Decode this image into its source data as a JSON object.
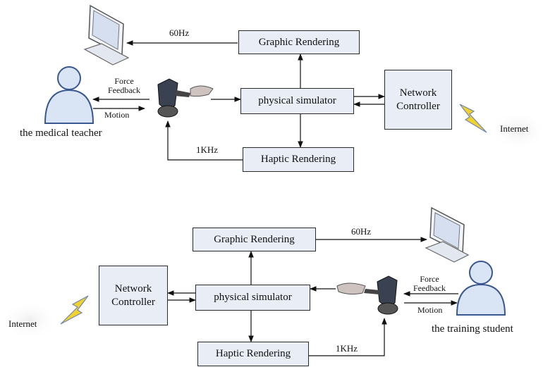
{
  "top": {
    "graphic_rendering": "Graphic Rendering",
    "physical_simulator": "physical simulator",
    "haptic_rendering": "Haptic Rendering",
    "network_controller": "Network Controller",
    "rate_60": "60Hz",
    "rate_1k": "1KHz",
    "force_feedback": "Force Feedback",
    "motion": "Motion",
    "person_label": "the medical teacher",
    "internet": "Internet"
  },
  "bottom": {
    "graphic_rendering": "Graphic Rendering",
    "physical_simulator": "physical simulator",
    "haptic_rendering": "Haptic Rendering",
    "network_controller": "Network Controller",
    "rate_60": "60Hz",
    "rate_1k": "1KHz",
    "force_feedback": "Force Feedback",
    "motion": "Motion",
    "person_label": "the training student",
    "internet": "Internet"
  },
  "icons": [
    "monitor-icon",
    "person-icon",
    "haptic-device-icon",
    "lightning-icon",
    "cloud-icon"
  ],
  "colors": {
    "box_fill": "#e8edf6",
    "person_fill": "#d9e4f5",
    "lightning": "#f2d22a"
  }
}
